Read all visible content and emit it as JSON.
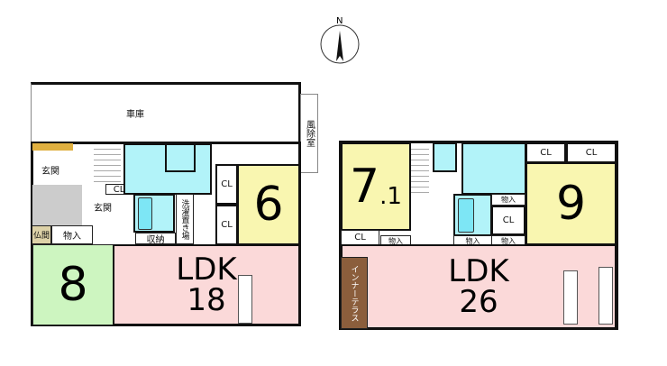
{
  "compass": {
    "label": "N"
  },
  "left_unit": {
    "garage": "車庫",
    "windbreak": "風除室",
    "entrance_1": "玄関",
    "entrance_2": "玄関",
    "closet_entry": "CL",
    "laundry": "洗濯置き場",
    "storage": "収納",
    "closet_a": "CL",
    "closet_b": "CL",
    "room_6": "6",
    "altar_room": "仏間",
    "storeroom": "物入",
    "room_8": "8",
    "ldk_label": "LDK",
    "ldk_size": "18"
  },
  "right_unit": {
    "room_7": "7",
    "room_7_decimal": ".1",
    "closet_7": "CL",
    "store_7": "物入",
    "store_bath_top": "物入",
    "closet_mid": "CL",
    "store_bath_bottom": "物入",
    "store_mid_bottom": "物入",
    "closet_9a": "CL",
    "closet_9b": "CL",
    "room_9": "9",
    "terrace": "インナーテラス",
    "ldk_label": "LDK",
    "ldk_size": "26"
  },
  "colors": {
    "bedroom": "#f9f6b0",
    "ldk": "#fbd9d9",
    "tatami": "#cdf5c0",
    "water": "#b2f3f9",
    "terrace": "#8b5e3c"
  }
}
